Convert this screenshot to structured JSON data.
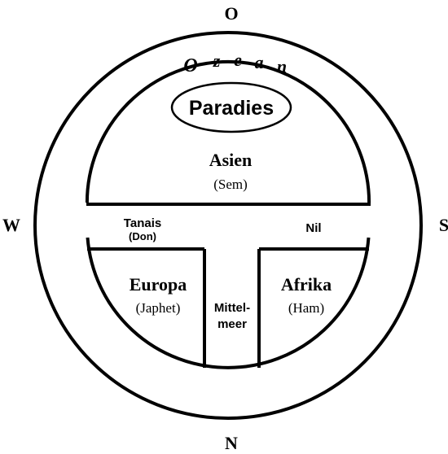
{
  "compass": {
    "north": "N",
    "south": "S",
    "east": "O",
    "west": "W"
  },
  "ocean": {
    "letters": [
      "O",
      "z",
      "e",
      "a",
      "n"
    ]
  },
  "paradise": {
    "label": "Paradies"
  },
  "asia": {
    "name": "Asien",
    "son": "(Sem)"
  },
  "europe": {
    "name": "Europa",
    "son": "(Japhet)"
  },
  "africa": {
    "name": "Afrika",
    "son": "(Ham)"
  },
  "rivers": {
    "tanais": "Tanais",
    "tanais_alt": "(Don)",
    "nile": "Nil"
  },
  "sea": {
    "line1": "Mittel-",
    "line2": "meer"
  }
}
